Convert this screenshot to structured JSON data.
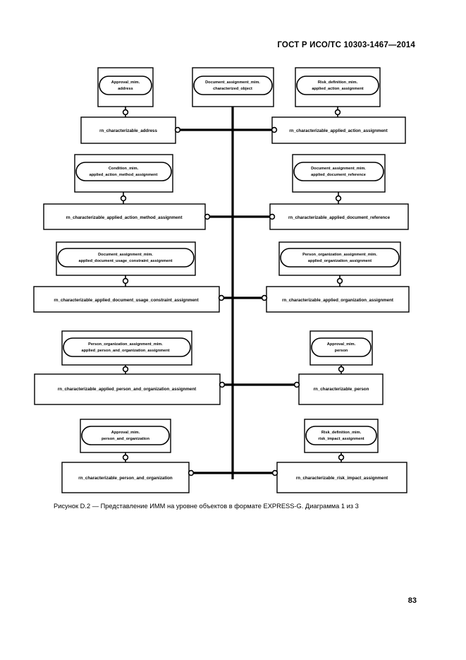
{
  "document": {
    "standard_header": "ГОСТ Р ИСО/ТС 10303-1467—2014",
    "page_number": "83",
    "figure_caption": "Рисунок D.2 — Представление ИММ на уровне объектов в формате EXPRESS-G. Диаграмма 1 из 3"
  },
  "diagram": {
    "type": "EXPRESS-G",
    "schema_nodes": [
      {
        "id": "approval_address",
        "line1": "Approval_mim.",
        "line2": "address"
      },
      {
        "id": "document_assignment_characterized_object",
        "line1": "Document_assignment_mim.",
        "line2": "characterized_object"
      },
      {
        "id": "risk_definition_applied_action_assignment",
        "line1": "Risk_definition_mim.",
        "line2": "applied_action_assignment"
      },
      {
        "id": "condition_applied_action_method_assignment",
        "line1": "Condition_mim.",
        "line2": "applied_action_method_assignment"
      },
      {
        "id": "document_assignment_applied_document_reference",
        "line1": "Document_assignment_mim.",
        "line2": "applied_document_reference"
      },
      {
        "id": "document_assignment_applied_document_usage_constraint_assignment",
        "line1": "Document_assignment_mim.",
        "line2": "applied_document_usage_constraint_assignment"
      },
      {
        "id": "person_organization_applied_organization_assignment",
        "line1": "Person_organization_assignment_mim.",
        "line2": "applied_organization_assignment"
      },
      {
        "id": "person_organization_applied_person_and_organization_assignment",
        "line1": "Person_organization_assignment_mim.",
        "line2": "applied_person_and_organization_assignment"
      },
      {
        "id": "approval_person",
        "line1": "Approval_mim.",
        "line2": "person"
      },
      {
        "id": "approval_person_and_organization",
        "line1": "Approval_mim.",
        "line2": "person_and_organization"
      },
      {
        "id": "risk_definition_risk_impact_assignment",
        "line1": "Risk_definition_mim.",
        "line2": "risk_impact_assignment"
      }
    ],
    "entity_nodes": [
      {
        "id": "rn_characterizable_address",
        "label": "rn_characterizable_address"
      },
      {
        "id": "rn_characterizable_applied_action_assignment",
        "label": "rn_characterizable_applied_action_assignment"
      },
      {
        "id": "rn_characterizable_applied_action_method_assignment",
        "label": "rn_characterizable_applied_action_method_assignment"
      },
      {
        "id": "rn_characterizable_applied_document_reference",
        "label": "rn_characterizable_applied_document_reference"
      },
      {
        "id": "rn_characterizable_applied_document_usage_constraint_assignment",
        "label": "rn_characterizable_applied_document_usage_constraint_assignment"
      },
      {
        "id": "rn_characterizable_applied_organization_assignment",
        "label": "rn_characterizable_applied_organization_assignment"
      },
      {
        "id": "rn_characterizable_applied_person_and_organization_assignment",
        "label": "rn_characterizable_applied_person_and_organization_assignment"
      },
      {
        "id": "rn_characterizable_person",
        "label": "rn_characterizable_person"
      },
      {
        "id": "rn_characterizable_person_and_organization",
        "label": "rn_characterizable_person_and_organization"
      },
      {
        "id": "rn_characterizable_risk_impact_assignment",
        "label": "rn_characterizable_risk_impact_assignment"
      }
    ],
    "colors": {
      "stroke": "#000000",
      "fill": "#ffffff",
      "background": "#ffffff"
    }
  }
}
